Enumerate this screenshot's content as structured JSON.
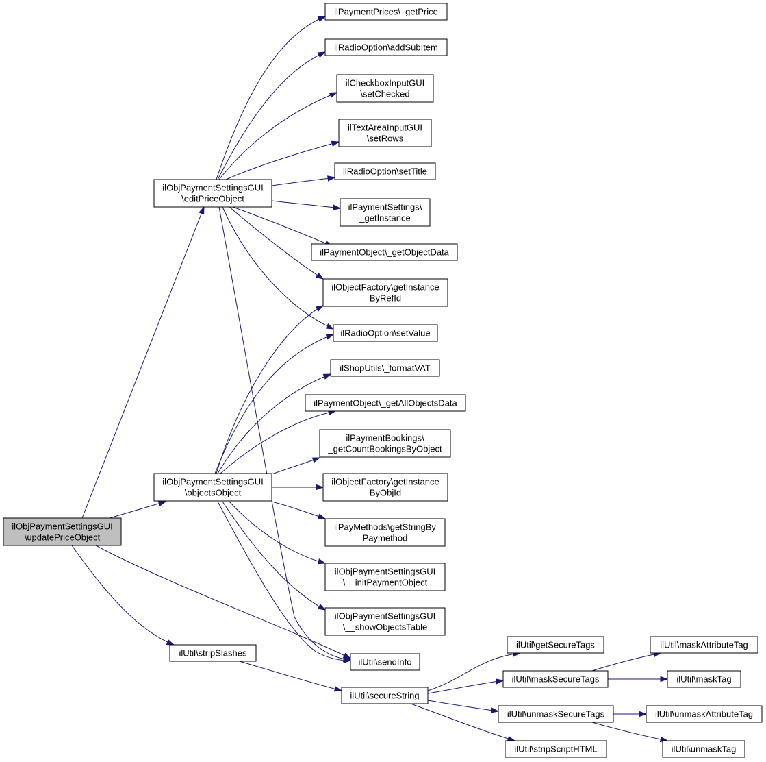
{
  "nodes": {
    "update_price": [
      "ilObjPaymentSettingsGUI",
      "\\updatePriceObject"
    ],
    "edit_price": [
      "ilObjPaymentSettingsGUI",
      "\\editPriceObject"
    ],
    "objects_object": [
      "ilObjPaymentSettingsGUI",
      "\\objectsObject"
    ],
    "strip_slashes": [
      "ilUtil\\stripSlashes"
    ],
    "get_price": [
      "ilPaymentPrices\\_getPrice"
    ],
    "add_sub_item": [
      "ilRadioOption\\addSubItem"
    ],
    "set_checked": [
      "ilCheckboxInputGUI",
      "\\setChecked"
    ],
    "set_rows": [
      "ilTextAreaInputGUI",
      "\\setRows"
    ],
    "set_title": [
      "ilRadioOption\\setTitle"
    ],
    "payment_settings_instance": [
      "ilPaymentSettings\\",
      "_getInstance"
    ],
    "get_object_data": [
      "ilPaymentObject\\_getObjectData"
    ],
    "instance_by_ref": [
      "ilObjectFactory\\getInstance",
      "ByRefId"
    ],
    "set_value": [
      "ilRadioOption\\setValue"
    ],
    "format_vat": [
      "ilShopUtils\\_formatVAT"
    ],
    "get_all_objects": [
      "ilPaymentObject\\_getAllObjectsData"
    ],
    "count_bookings": [
      "ilPaymentBookings\\",
      "_getCountBookingsByObject"
    ],
    "instance_by_obj": [
      "ilObjectFactory\\getInstance",
      "ByObjId"
    ],
    "string_by_paymethod": [
      "ilPayMethods\\getStringBy",
      "Paymethod"
    ],
    "init_payment_object": [
      "ilObjPaymentSettingsGUI",
      "\\__initPaymentObject"
    ],
    "show_objects_table": [
      "ilObjPaymentSettingsGUI",
      "\\__showObjectsTable"
    ],
    "send_info": [
      "ilUtil\\sendInfo"
    ],
    "secure_string": [
      "ilUtil\\secureString"
    ],
    "get_secure_tags": [
      "ilUtil\\getSecureTags"
    ],
    "mask_secure_tags": [
      "ilUtil\\maskSecureTags"
    ],
    "unmask_secure_tags": [
      "ilUtil\\unmaskSecureTags"
    ],
    "strip_script_html": [
      "ilUtil\\stripScriptHTML"
    ],
    "mask_attribute_tag": [
      "ilUtil\\maskAttributeTag"
    ],
    "mask_tag": [
      "ilUtil\\maskTag"
    ],
    "unmask_attribute_tag": [
      "ilUtil\\unmaskAttributeTag"
    ],
    "unmask_tag": [
      "ilUtil\\unmaskTag"
    ]
  },
  "colors": {
    "edge": "#191970",
    "root_fill": "#bfbfbf",
    "node_fill": "#ffffff",
    "node_border": "#000000"
  }
}
